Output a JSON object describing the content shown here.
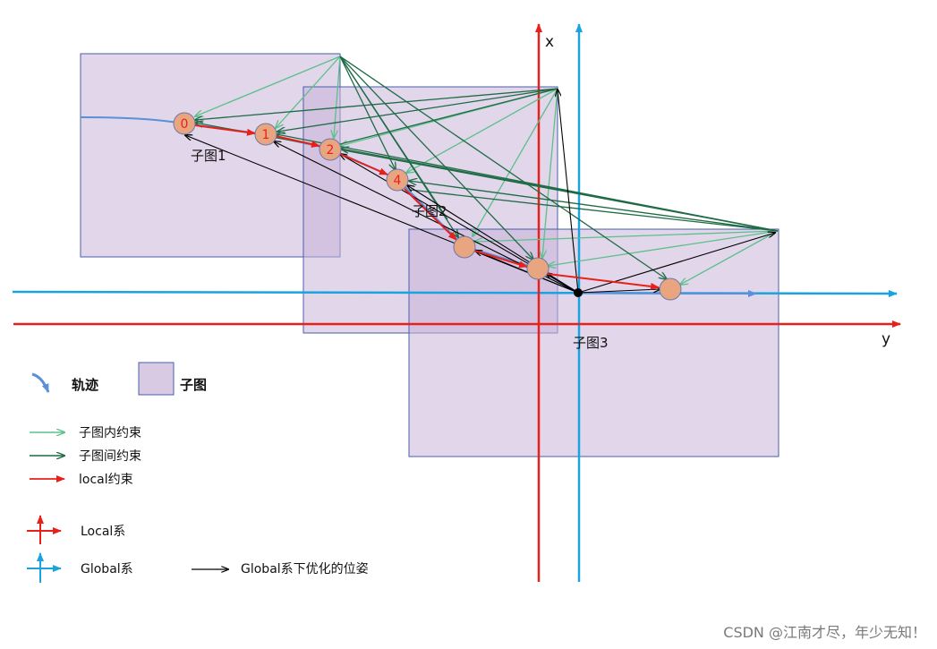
{
  "axes": {
    "local_x_label": "x",
    "local_y_label": "y"
  },
  "submaps": {
    "label_1": "子图1",
    "label_2": "子图2",
    "label_3": "子图3"
  },
  "nodes": {
    "n0": "0",
    "n1": "1",
    "n2": "2",
    "n4": "4"
  },
  "legend": {
    "trajectory": "轨迹",
    "submap": "子图",
    "intra_constraint": "子图内约束",
    "inter_constraint": "子图间约束",
    "local_constraint": "local约束",
    "local_frame": "Local系",
    "global_frame": "Global系",
    "optimized_pose": "Global系下优化的位姿"
  },
  "watermark": "CSDN @江南才尽，年少无知！",
  "colors": {
    "submap_fill": "#c9b4d9",
    "submap_stroke": "#4a5faa",
    "local_axis": "#e8201b",
    "global_axis": "#1aa3e0",
    "intra": "#5cc08a",
    "inter": "#1f6b45",
    "local_constraint": "#e8201b",
    "optimized": "#000000",
    "trajectory": "#5b8fd8",
    "node_fill": "#e9a57f"
  }
}
